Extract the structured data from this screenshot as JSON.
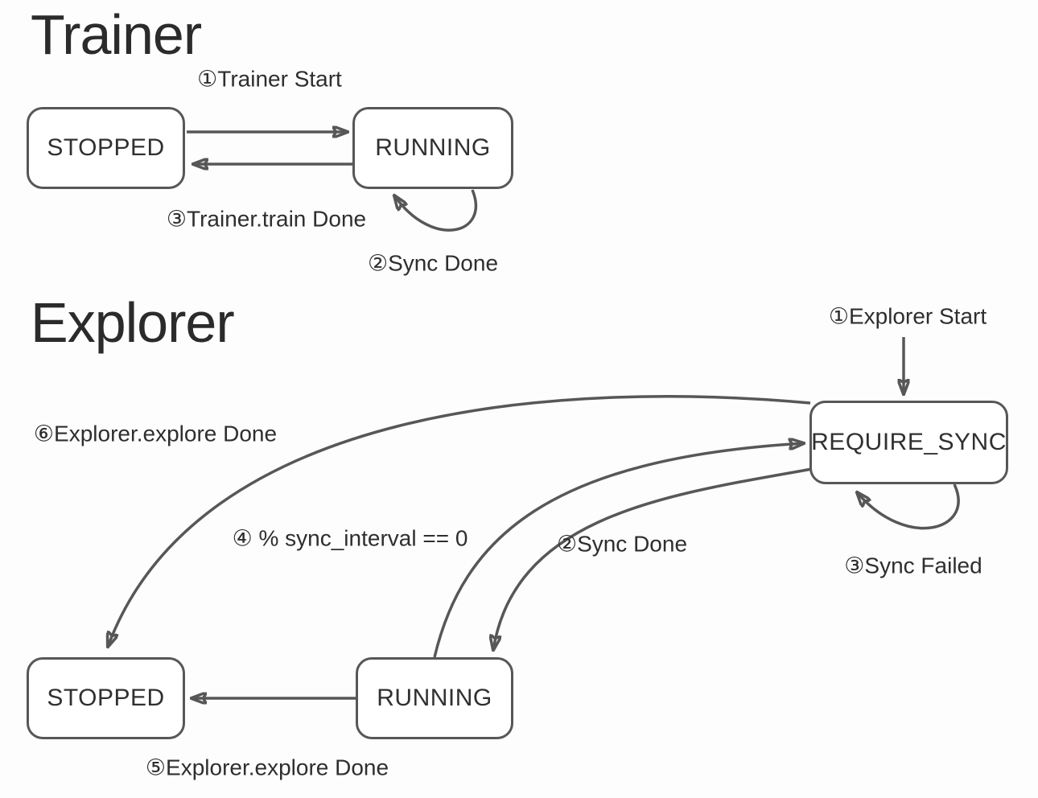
{
  "colors": {
    "background": "#fdfdfd",
    "stroke": "#575757",
    "state_fill": "#ffffff",
    "text": "#2e2e2e"
  },
  "trainer": {
    "title": "Trainer",
    "states": {
      "stopped": "STOPPED",
      "running": "RUNNING"
    },
    "labels": {
      "start": "①Trainer Start",
      "train_done": "③Trainer.train Done",
      "sync_done": "②Sync Done"
    }
  },
  "explorer": {
    "title": "Explorer",
    "states": {
      "require_sync": "REQUIRE_SYNC",
      "stopped": "STOPPED",
      "running": "RUNNING"
    },
    "labels": {
      "start": "①Explorer Start",
      "explore_done_to_stopped": "⑥Explorer.explore Done",
      "sync_interval": "④ % sync_interval == 0",
      "sync_done": "②Sync Done",
      "sync_failed": "③Sync Failed",
      "explore_done_to_stopped_direct": "⑤Explorer.explore Done"
    }
  }
}
